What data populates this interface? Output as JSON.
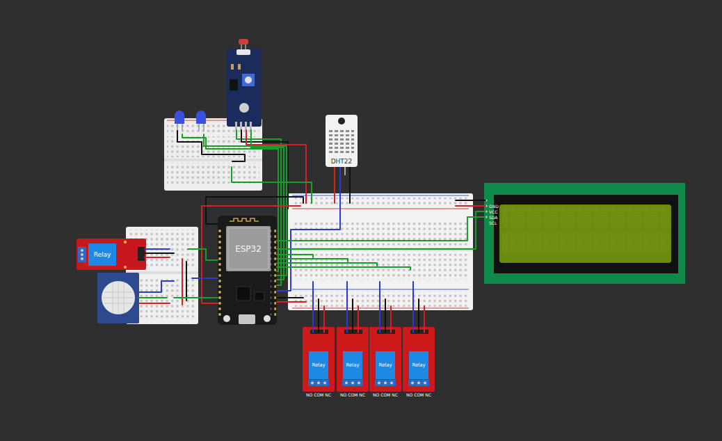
{
  "diagram": {
    "nodes": [
      {
        "text": [
          "DHT22"
        ]
      },
      {
        "text": [
          "ESP32"
        ]
      },
      {
        "text": [
          "Relay"
        ]
      },
      {
        "text": [
          "Relay"
        ]
      },
      {
        "text": [
          "Relay"
        ]
      },
      {
        "text": [
          "Relay"
        ]
      },
      {
        "text": [
          "Relay"
        ]
      }
    ],
    "labels": [
      "GND",
      "VCC",
      "SDA",
      "SCL",
      "NO COM NC",
      "NO COM NC",
      "NO COM NC",
      "NO COM NC"
    ]
  }
}
